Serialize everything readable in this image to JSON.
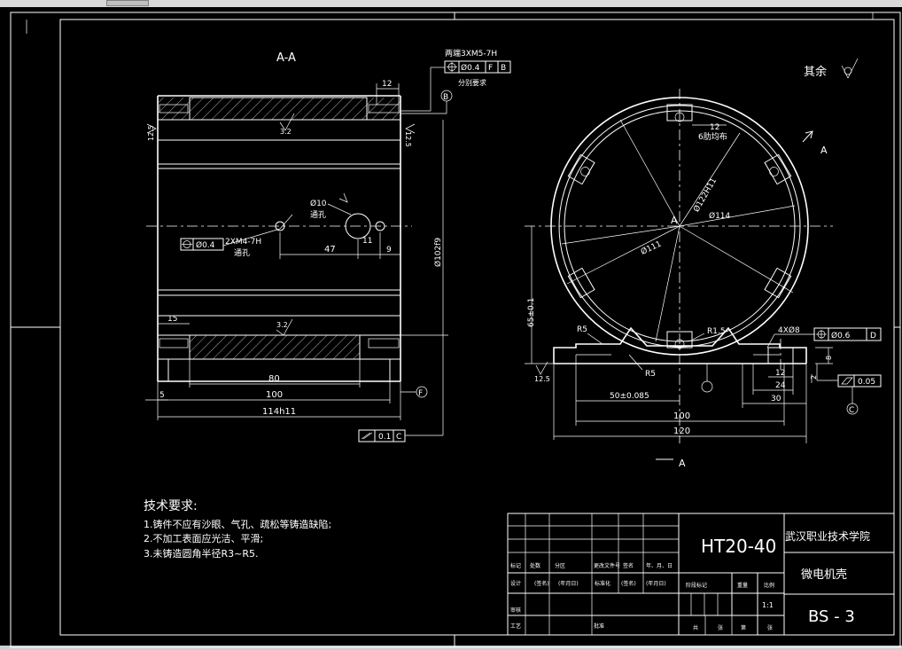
{
  "section_label": "A-A",
  "section_marker": "A",
  "top_callout": {
    "line1": "两端3XM5-7H",
    "tol_value": "Ø0.4",
    "datum1": "F",
    "datum2": "B",
    "note": "分别要求"
  },
  "roughness_rest": "其余",
  "left_view": {
    "dim_12": "12",
    "datum_b": "B",
    "rough_125a": "12.5",
    "rough_125b": "12.5",
    "rough_32a": "3.2",
    "rough_32b": "3.2",
    "hole_d10": "Ø10",
    "through1": "通孔",
    "hole_2xm4": "2XM4-7H",
    "through2": "通孔",
    "tol_d04": "Ø0.4",
    "dim_47": "47",
    "dim_11": "11",
    "dim_9": "9",
    "dim_102": "Ø102f9",
    "dim_15": "15",
    "dim_80": "80",
    "dim_100": "100",
    "dim_5": "5",
    "dim_114": "114h11",
    "datum_f": "F",
    "flatness_val": "0.1",
    "flatness_datum": "C"
  },
  "right_view": {
    "dim_12": "12",
    "ribs": "6肋均布",
    "d122": "Ø122H11",
    "d114": "Ø114",
    "d111": "Ø111",
    "center": "A",
    "dim_65": "65±0.1",
    "r5a": "R5",
    "r5b": "R5",
    "r15": "R1.5",
    "holes_4x": "4XØ8",
    "tol_d06": "Ø0.6",
    "datum_d": "D",
    "rough_125": "12.5",
    "dim_8": "8",
    "dim_2": "2",
    "dim_12b": "12",
    "dim_24": "24",
    "dim_30": "30",
    "par_val": "0.05",
    "datum_c": "C",
    "dim_50": "50±0.085",
    "dim_100": "100",
    "dim_120": "120"
  },
  "tech_req": {
    "title": "技术要求:",
    "items": [
      "1.铸件不应有沙眼、气孔、疏松等铸造缺陷;",
      "2.不加工表面应光洁、平滑;",
      "3.未铸造圆角半径R3~R5."
    ]
  },
  "title_block": {
    "material": "HT20-40",
    "school": "武汉职业技术学院",
    "part_name": "微电机壳",
    "drawing_no": "BS - 3",
    "scale": "1:1",
    "row_labels": [
      "标记",
      "处数",
      "分区",
      "更改文件号",
      "签名",
      "年、月、日"
    ],
    "row2_labels": [
      "设计",
      "(签名)",
      "(年月日)",
      "标准化",
      "(签名)",
      "(年月日)"
    ],
    "row3_labels": [
      "审核"
    ],
    "row4_labels": [
      "工艺",
      "批准"
    ],
    "stage_labels": [
      "阶段标记",
      "重量",
      "比例"
    ],
    "sheet_labels": [
      "共",
      "张",
      "第",
      "张"
    ]
  },
  "colors": {
    "background": "#000000",
    "lines": "#ffffff",
    "accent": "#ff3b3b"
  }
}
